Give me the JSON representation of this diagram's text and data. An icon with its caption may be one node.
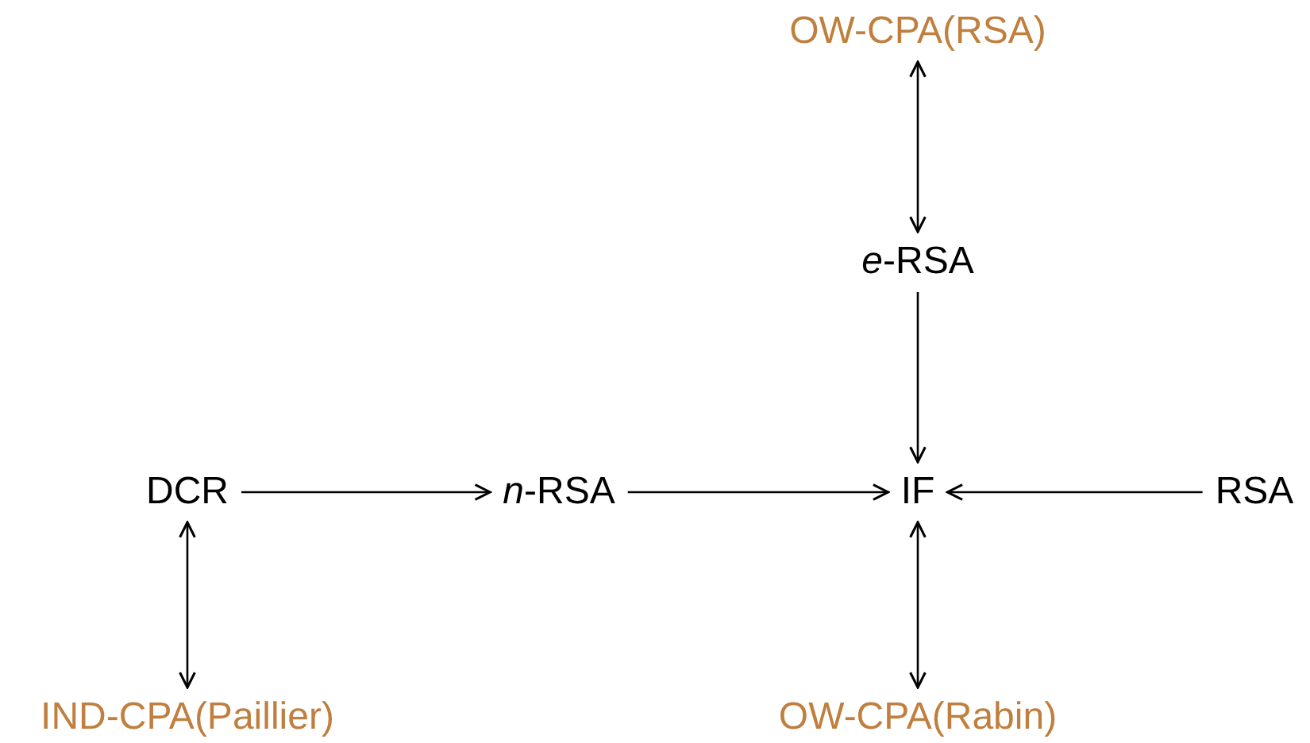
{
  "diagram": {
    "nodes": [
      {
        "text": [
          "OW-CPA(RSA)"
        ]
      },
      {
        "text": [
          "*e*-RSA"
        ]
      },
      {
        "text": [
          "DCR"
        ]
      },
      {
        "text": [
          "*n*-RSA"
        ]
      },
      {
        "text": [
          "IF"
        ]
      },
      {
        "text": [
          "RSA"
        ]
      },
      {
        "text": [
          "IND-CPA(Paillier)"
        ]
      },
      {
        "text": [
          "OW-CPA(Rabin)"
        ]
      }
    ],
    "edges": [
      {
        "from": 0,
        "to": 1,
        "arrow": "both"
      },
      {
        "from": 1,
        "to": 4,
        "arrow": "to"
      },
      {
        "from": 2,
        "to": 3,
        "arrow": "to"
      },
      {
        "from": 3,
        "to": 4,
        "arrow": "to"
      },
      {
        "from": 5,
        "to": 4,
        "arrow": "to"
      },
      {
        "from": 2,
        "to": 6,
        "arrow": "both"
      },
      {
        "from": 4,
        "to": 7,
        "arrow": "both"
      }
    ]
  }
}
